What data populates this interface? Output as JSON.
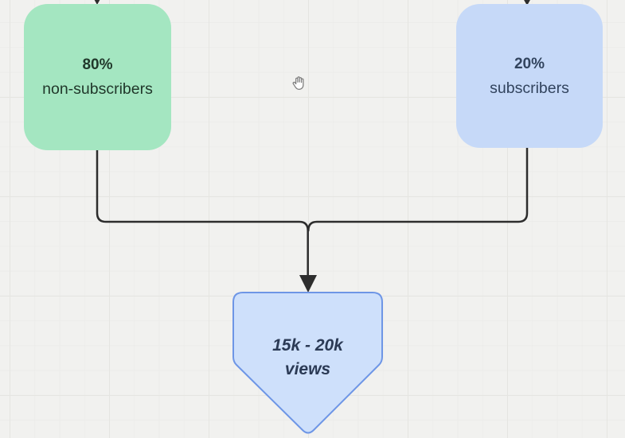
{
  "canvas": {
    "background_color": "#f1f1ef",
    "grid_major_color": "#e5e5e1",
    "grid_minor_color": "#ececea"
  },
  "diagram": {
    "connector_color": "#2d2d2d",
    "nodes": {
      "non_subscribers": {
        "percent": "80%",
        "label": "non-subscribers",
        "fill": "#a4e6c1",
        "text_color": "#21382b"
      },
      "subscribers": {
        "percent": "20%",
        "label": "subscribers",
        "fill": "#c6d9f8",
        "text_color": "#32445e"
      },
      "views": {
        "range": "15k - 20k",
        "label": "views",
        "fill": "#cee0fb",
        "stroke": "#6e96e6",
        "text_color": "#2b3a55"
      }
    }
  },
  "cursor": {
    "icon": "grab-hand-icon",
    "fill": "#fdfdfd",
    "stroke": "#7d7d7d"
  }
}
